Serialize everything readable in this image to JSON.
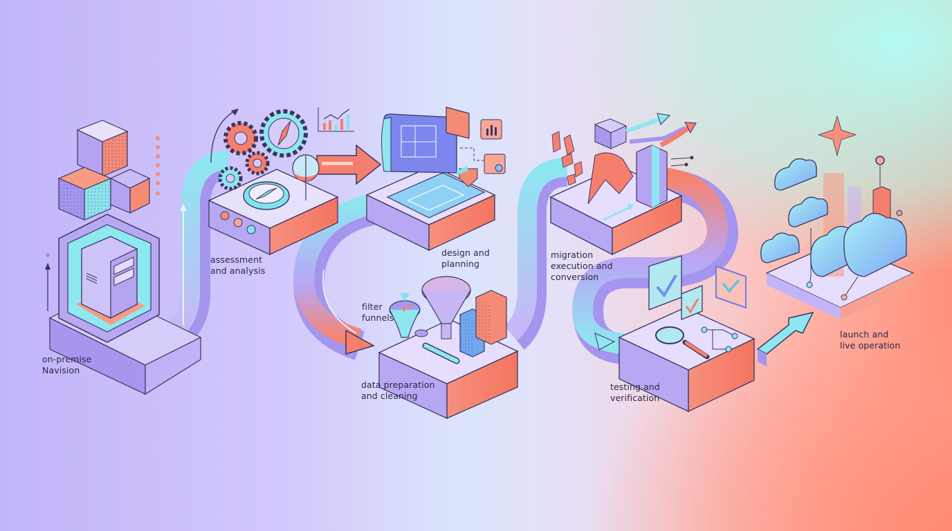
{
  "diagram": {
    "type": "isometric process flow",
    "stages": [
      {
        "id": "on-premise",
        "label": "on-premise\nNavision",
        "icon": "server-tower-icon"
      },
      {
        "id": "assessment",
        "label": "assessment\nand analysis",
        "icon": "gears-compass-icon"
      },
      {
        "id": "design",
        "label": "design and\nplanning",
        "icon": "blueprint-icon"
      },
      {
        "id": "data-prep",
        "label": "data preparation\nand cleaning",
        "icon": "funnel-wrench-icon"
      },
      {
        "id": "migration",
        "label": "migration\nexecution and\nconversion",
        "icon": "data-blocks-arrows-icon"
      },
      {
        "id": "testing",
        "label": "testing and\nverification",
        "icon": "checkmark-magnifier-icon"
      },
      {
        "id": "launch",
        "label": "launch and\nlive operation",
        "icon": "clouds-launch-icon"
      }
    ],
    "annotations": [
      {
        "id": "filter-funnels",
        "label": "filter\nfunnels"
      }
    ],
    "colors": {
      "lavender": "#b9a9f5",
      "platform_top": "#e6defc",
      "platform_side": "#a795ee",
      "coral": "#f57f6e",
      "cyan": "#7fe3ee",
      "outline": "#3a3560",
      "text": "#2b2748"
    }
  }
}
